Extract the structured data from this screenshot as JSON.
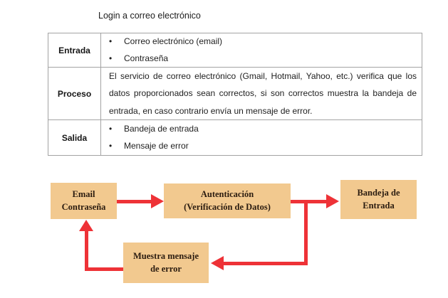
{
  "title": "Login a correo electrónico",
  "table": {
    "bullet": "•",
    "rows": [
      {
        "label": "Entrada",
        "items": [
          "Correo electrónico (email)",
          "Contraseña"
        ]
      },
      {
        "label": "Proceso",
        "text": "El servicio de correo electrónico (Gmail, Hotmail, Yahoo, etc.) verifica que los datos proporcionados sean correctos, si son correctos muestra la bandeja de entrada, en caso contrario envía un mensaje de error."
      },
      {
        "label": "Salida",
        "items": [
          "Bandeja de entrada",
          "Mensaje de error"
        ]
      }
    ]
  },
  "flowchart": {
    "colors": {
      "node_fill": "#F2C98F",
      "arrow": "#EE3237"
    },
    "nodes": [
      {
        "id": "credentials",
        "lines": [
          "Email",
          "Contraseña"
        ]
      },
      {
        "id": "auth",
        "lines": [
          "Autenticación",
          "(Verificación de Datos)"
        ]
      },
      {
        "id": "inbox",
        "lines": [
          "Bandeja de",
          "Entrada"
        ]
      },
      {
        "id": "error",
        "lines": [
          "Muestra mensaje",
          "de error"
        ]
      }
    ],
    "edges": [
      "credentials->auth",
      "auth->inbox",
      "auth->error",
      "error->credentials"
    ]
  }
}
